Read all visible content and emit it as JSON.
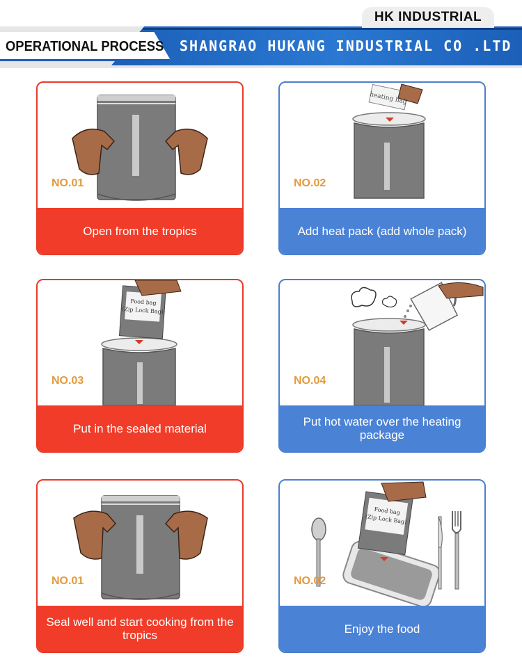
{
  "header": {
    "brand_tab": "HK INDUSTRIAL",
    "section_label": "OPERATIONAL PROCESS",
    "company": "SHANGRAO HUKANG INDUSTRIAL CO .LTD"
  },
  "steps": [
    {
      "number": "NO.01",
      "caption": "Open from the tropics",
      "color": "#f03c28"
    },
    {
      "number": "NO.02",
      "caption": "Add heat pack (add whole pack)",
      "color": "#4a82d6",
      "pack_label": "heating bag"
    },
    {
      "number": "NO.03",
      "caption": "Put in the sealed material",
      "color": "#f03c28",
      "bag_label_1": "Food bag",
      "bag_label_2": "(Zip Lock Bag)"
    },
    {
      "number": "NO.04",
      "caption": "Put hot water over the heating package",
      "color": "#4a82d6"
    },
    {
      "number": "NO.01",
      "caption": "Seal well and start cooking from the tropics",
      "color": "#f03c28"
    },
    {
      "number": "NO.02",
      "caption": "Enjoy the food",
      "color": "#4a82d6",
      "bag_label_1": "Food bag",
      "bag_label_2": "(Zip Lock Bag)"
    }
  ]
}
